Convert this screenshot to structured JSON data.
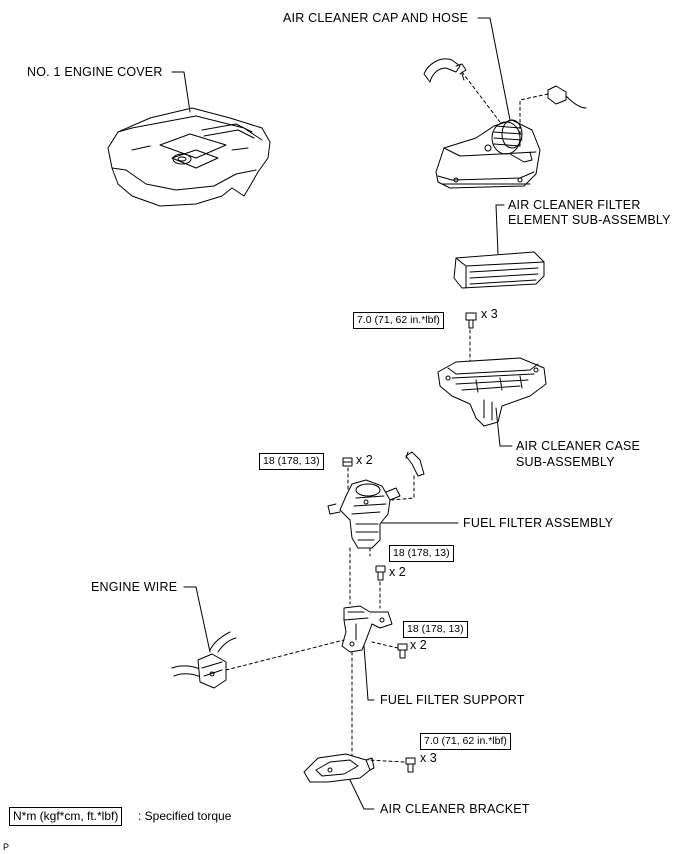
{
  "labels": {
    "cap_hose": "AIR CLEANER CAP AND HOSE",
    "engine_cover": "NO. 1 ENGINE COVER",
    "filter_element_line1": "AIR CLEANER FILTER",
    "filter_element_line2": "ELEMENT SUB-ASSEMBLY",
    "case_line1": "AIR CLEANER CASE",
    "case_line2": "SUB-ASSEMBLY",
    "fuel_filter_assembly": "FUEL FILTER ASSEMBLY",
    "engine_wire": "ENGINE WIRE",
    "fuel_filter_support": "FUEL FILTER SUPPORT",
    "air_cleaner_bracket": "AIR CLEANER BRACKET"
  },
  "torques": {
    "case_bolts": "7.0 (71, 62 in.*lbf)",
    "fuel_filter_nuts": "18 (178, 13)",
    "fuel_filter_bolts": "18 (178, 13)",
    "support_bolts": "18 (178, 13)",
    "bracket_bolts": "7.0 (71, 62 in.*lbf)"
  },
  "quantities": {
    "case_bolts": "x 3",
    "fuel_filter_nuts": "x 2",
    "fuel_filter_bolts": "x 2",
    "support_bolts": "x 2",
    "bracket_bolts": "x 3"
  },
  "legend": {
    "unit": "N*m (kgf*cm, ft.*lbf)",
    "description": ": Specified torque"
  },
  "figure_code": "P"
}
